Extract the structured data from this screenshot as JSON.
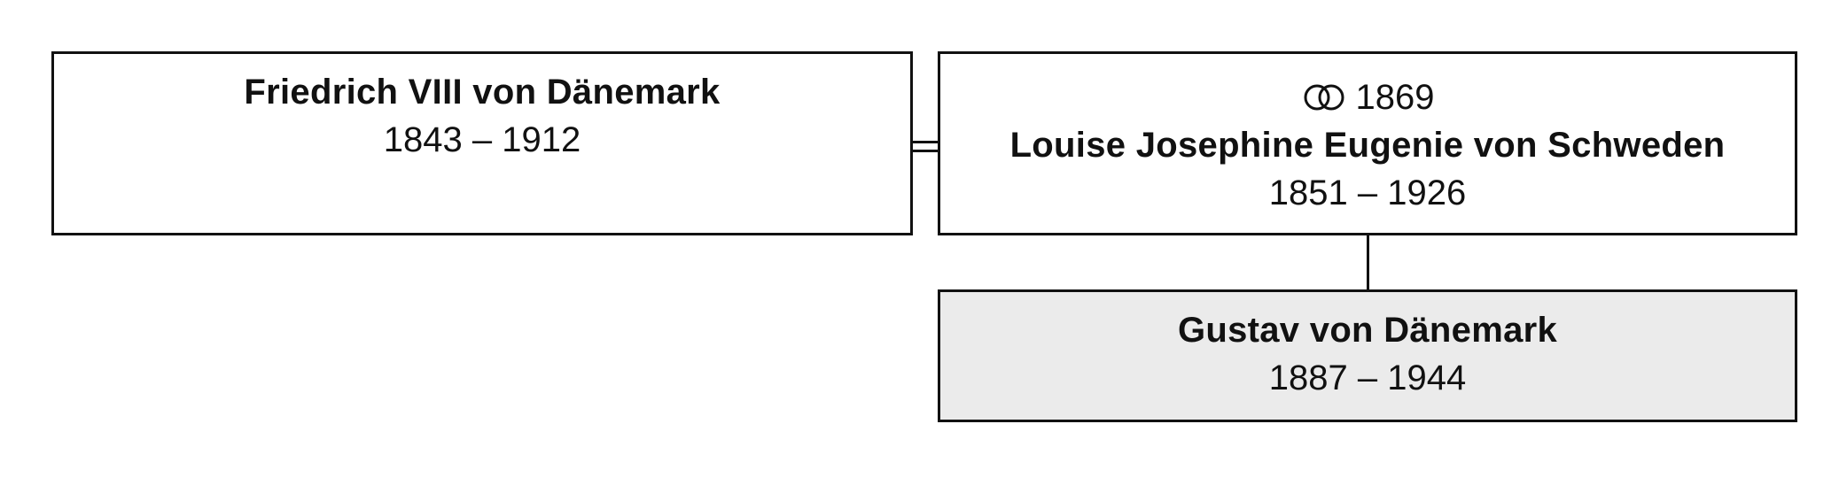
{
  "father": {
    "name": "Friedrich VIII von Dänemark",
    "dates": "1843 – 1912"
  },
  "mother": {
    "marriage_year": "1869",
    "marriage_icon": "wedding-rings-icon",
    "name": "Louise Josephine Eugenie von Schweden",
    "dates": "1851 – 1926"
  },
  "child": {
    "name": "Gustav von Dänemark",
    "dates": "1887 – 1944"
  },
  "colors": {
    "border": "#111111",
    "child_fill": "#ebebeb",
    "background": "#ffffff"
  }
}
